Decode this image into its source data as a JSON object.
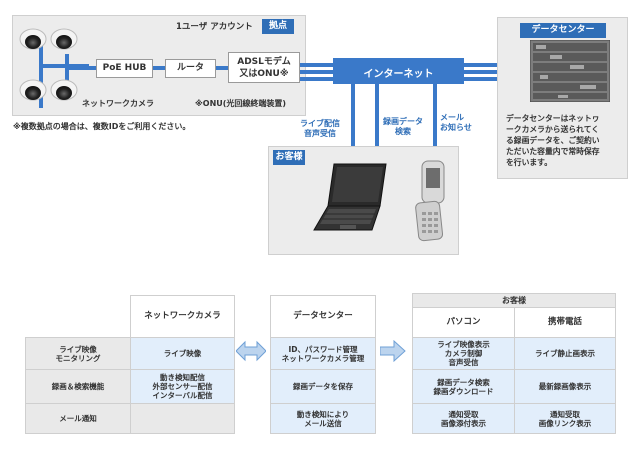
{
  "header": {
    "account_label": "1ユーザ アカウント",
    "location_tag": "拠点",
    "datacenter_tag": "データセンター",
    "customer_tag": "お客様"
  },
  "network": {
    "poe_hub": "PoE HUB",
    "router": "ルータ",
    "adsl_line1": "ADSLモデム",
    "adsl_line2": "又はONU※",
    "internet": "インターネット",
    "camera_label": "ネットワークカメラ",
    "onu_note": "※ONU(光回線終端装置)",
    "multi_site_note": "※複数拠点の場合は、複数IDをご利用ください。",
    "flow_live_1": "ライブ配信",
    "flow_live_2": "音声受信",
    "flow_rec_1": "録画データ",
    "flow_rec_2": "検索",
    "flow_mail_1": "メール",
    "flow_mail_2": "お知らせ",
    "datacenter_desc": [
      "データセンターはネットヮ",
      "ークカメラから送られてく",
      "る録画データを、ご契約い",
      "ただいた容量内で常時保存",
      "を行います。"
    ]
  },
  "feature_table": {
    "camera_header": "ネットワークカメラ",
    "rows": [
      {
        "label_1": "ライブ映像",
        "label_2": "モニタリング",
        "camera": [
          "ライブ映像"
        ]
      },
      {
        "label_1": "録画＆検索機能",
        "label_2": "",
        "camera": [
          "動き検知配信",
          "外部センサー配信",
          "インターバル配信"
        ]
      },
      {
        "label_1": "メール通知",
        "label_2": "",
        "camera": [
          ""
        ]
      }
    ]
  },
  "datacenter_table": {
    "header": "データセンター",
    "rows": [
      [
        "ID、パスワード管理",
        "ネットワークカメラ管理"
      ],
      [
        "録画データを保存"
      ],
      [
        "動き検知により",
        "メール送信"
      ]
    ]
  },
  "customer_table": {
    "group_header": "お客様",
    "pc_header": "パソコン",
    "mobile_header": "携帯電話",
    "rows": [
      {
        "pc": [
          "ライブ映像表示",
          "カメラ制御",
          "音声受信"
        ],
        "mobile": [
          "ライブ静止画表示"
        ]
      },
      {
        "pc": [
          "録画データ検索",
          "録画ダウンロード"
        ],
        "mobile": [
          "最新録画像表示"
        ]
      },
      {
        "pc": [
          "通知受取",
          "画像添付表示"
        ],
        "mobile": [
          "通知受取",
          "画像リンク表示"
        ]
      }
    ]
  }
}
